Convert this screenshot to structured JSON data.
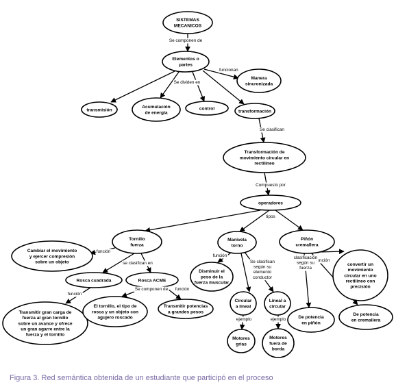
{
  "nodes": {
    "sistemas": [
      "SISTEMAS",
      "MECANICOS"
    ],
    "elementos": [
      "Elementos o",
      "partes"
    ],
    "manera": [
      "Manera",
      "sincronizada"
    ],
    "transmision": [
      "transmisión"
    ],
    "acumulacion": [
      "Acumulación",
      "de energía"
    ],
    "control": [
      "control"
    ],
    "transformacion": [
      "transformación"
    ],
    "transf_mov": [
      "Transformación de",
      "movimiento circular en",
      "rectilíneo"
    ],
    "operadores": [
      "operadores"
    ],
    "tornillo": [
      "Tornillo",
      "fuerza"
    ],
    "manivela": [
      "Manivela",
      "torno"
    ],
    "pinon": [
      "Piñón",
      "cremallera"
    ],
    "cambiar": [
      "Cambiar el movimiento",
      "y ejercer compresión",
      "sobre un objeto"
    ],
    "rosca_cuadrada": [
      "Rosca cuadrada"
    ],
    "rosca_acme": [
      "Rosca ACME"
    ],
    "disminuir": [
      "Disminuir el",
      "peso de la",
      "fuerza muscular"
    ],
    "convertir": [
      "convertir un",
      "movimiento",
      "circular en uno",
      "rectilíneo con",
      "precisión"
    ],
    "transmitir_gran": [
      "Transmitir gran carga de",
      "fuerza al gran tornillo",
      "sobre un avance y ofrece",
      "un gran agarre entre la",
      "fuerza y el tornillo"
    ],
    "el_tornillo": [
      "El tornillo, el tipo de",
      "rosca y un objeto con",
      "agujero roscado"
    ],
    "transmitir_pot": [
      "Transmitir potencias",
      "a grandes pesos"
    ],
    "circular_lineal": [
      "Circular",
      "a lineal"
    ],
    "lineal_circular": [
      "Lineal a",
      "circular"
    ],
    "pot_pinon": [
      "De potencia",
      "en piñón"
    ],
    "pot_cremallera": [
      "De potencia",
      "en cremallera"
    ],
    "motores_grias": [
      "Motores",
      "grias"
    ],
    "motores_borda": [
      "Motores",
      "fuera de",
      "borda"
    ]
  },
  "links": {
    "se_componen_de_1": [
      "Se componen de"
    ],
    "funcionan": [
      "funcionan"
    ],
    "se_dividen_en": [
      "Se dividen en"
    ],
    "se_clasifican_1": [
      "Se clasifican"
    ],
    "compuesto_por": [
      "Compuesto por"
    ],
    "tipos": [
      "tipos"
    ],
    "funcion_tornillo": [
      "función"
    ],
    "se_clasifican_en": [
      "se clasifican en"
    ],
    "funcion_manivela": [
      "función"
    ],
    "se_clasifican_segun": [
      "Se clasifican",
      "según su",
      "elemento",
      "conductor"
    ],
    "funcion_pinon": [
      "función"
    ],
    "clasificacion_fuerza": [
      "clasificación",
      "según su",
      "fuerza"
    ],
    "funcion_cuadrada": [
      "función"
    ],
    "se_componen_de_2": [
      "Se componen de"
    ],
    "funcion_acme": [
      "función"
    ],
    "ejemplo_1": [
      "ejemplo"
    ],
    "ejemplo_2": [
      "ejemplo"
    ]
  },
  "caption": "Figura 3. Red semántica obtenida de un estudiante que participó en el proceso"
}
